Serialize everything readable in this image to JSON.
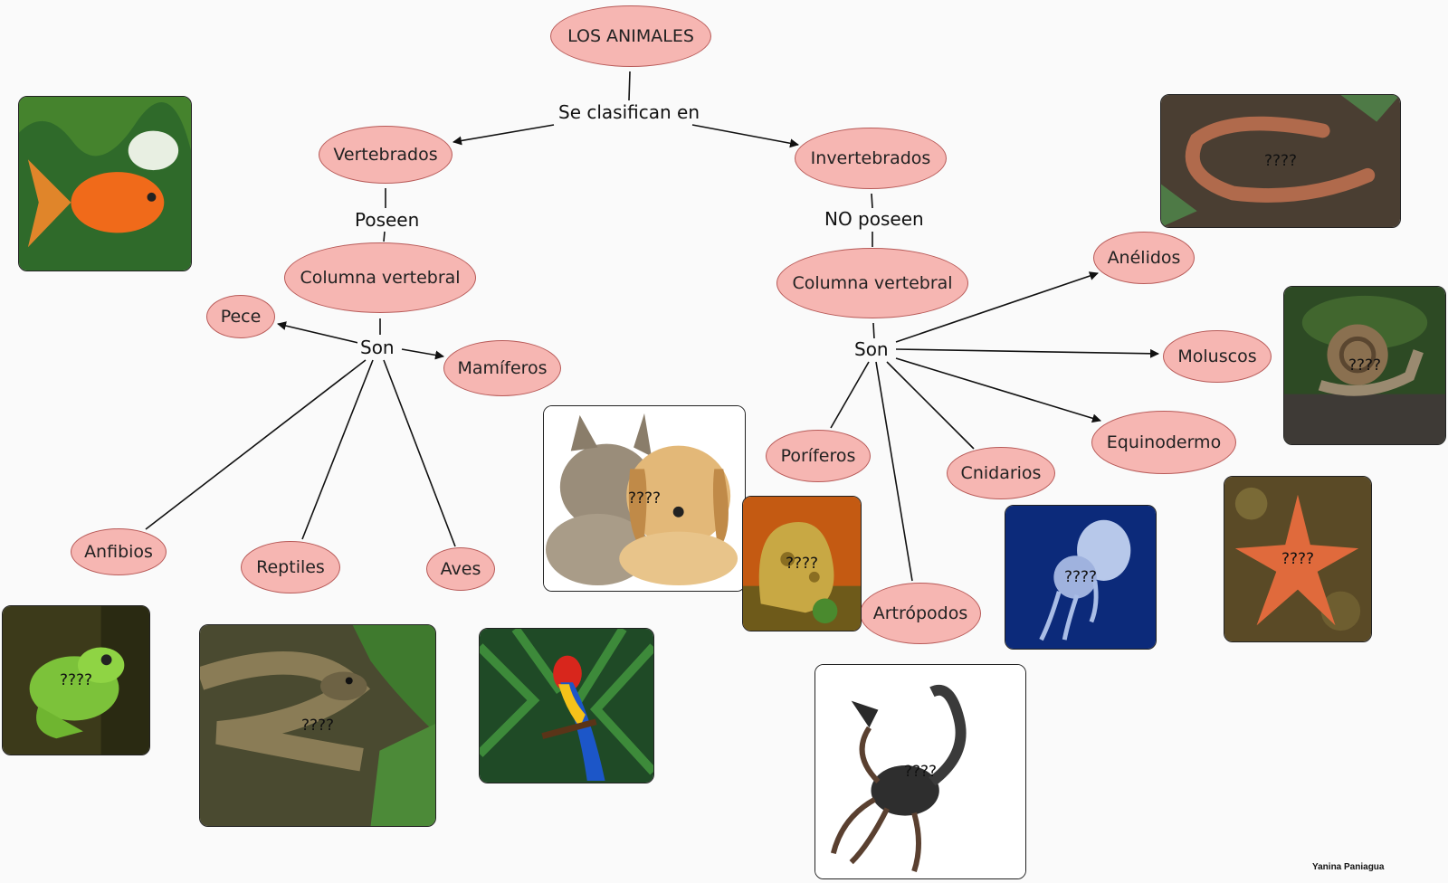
{
  "root": "LOS ANIMALES",
  "link_root": "Se clasifican en",
  "vertebrados": {
    "label": "Vertebrados",
    "link": "Poseen",
    "column": "Columna vertebral",
    "link_son": "Son",
    "groups": [
      "Pece",
      "Mamíferos",
      "Anfibios",
      "Reptiles",
      "Aves"
    ]
  },
  "invertebrados": {
    "label": "Invertebrados",
    "link": "NO poseen",
    "column": "Columna vertebral",
    "link_son": "Son",
    "groups": [
      "Anélidos",
      "Moluscos",
      "Equinodermo",
      "Poríferos",
      "Cnidarios",
      "Artrópodos"
    ]
  },
  "image_placeholder": "????",
  "images": [
    "goldfish",
    "frog",
    "snake",
    "parrot",
    "cat-and-puppy",
    "sponge",
    "scorpion",
    "jellyfish",
    "earthworm",
    "snail",
    "starfish"
  ],
  "colors": {
    "node_fill": "#f6b6b2",
    "node_border": "#b85a58",
    "line": "#111111"
  },
  "credit": "Yanina Paniagua"
}
